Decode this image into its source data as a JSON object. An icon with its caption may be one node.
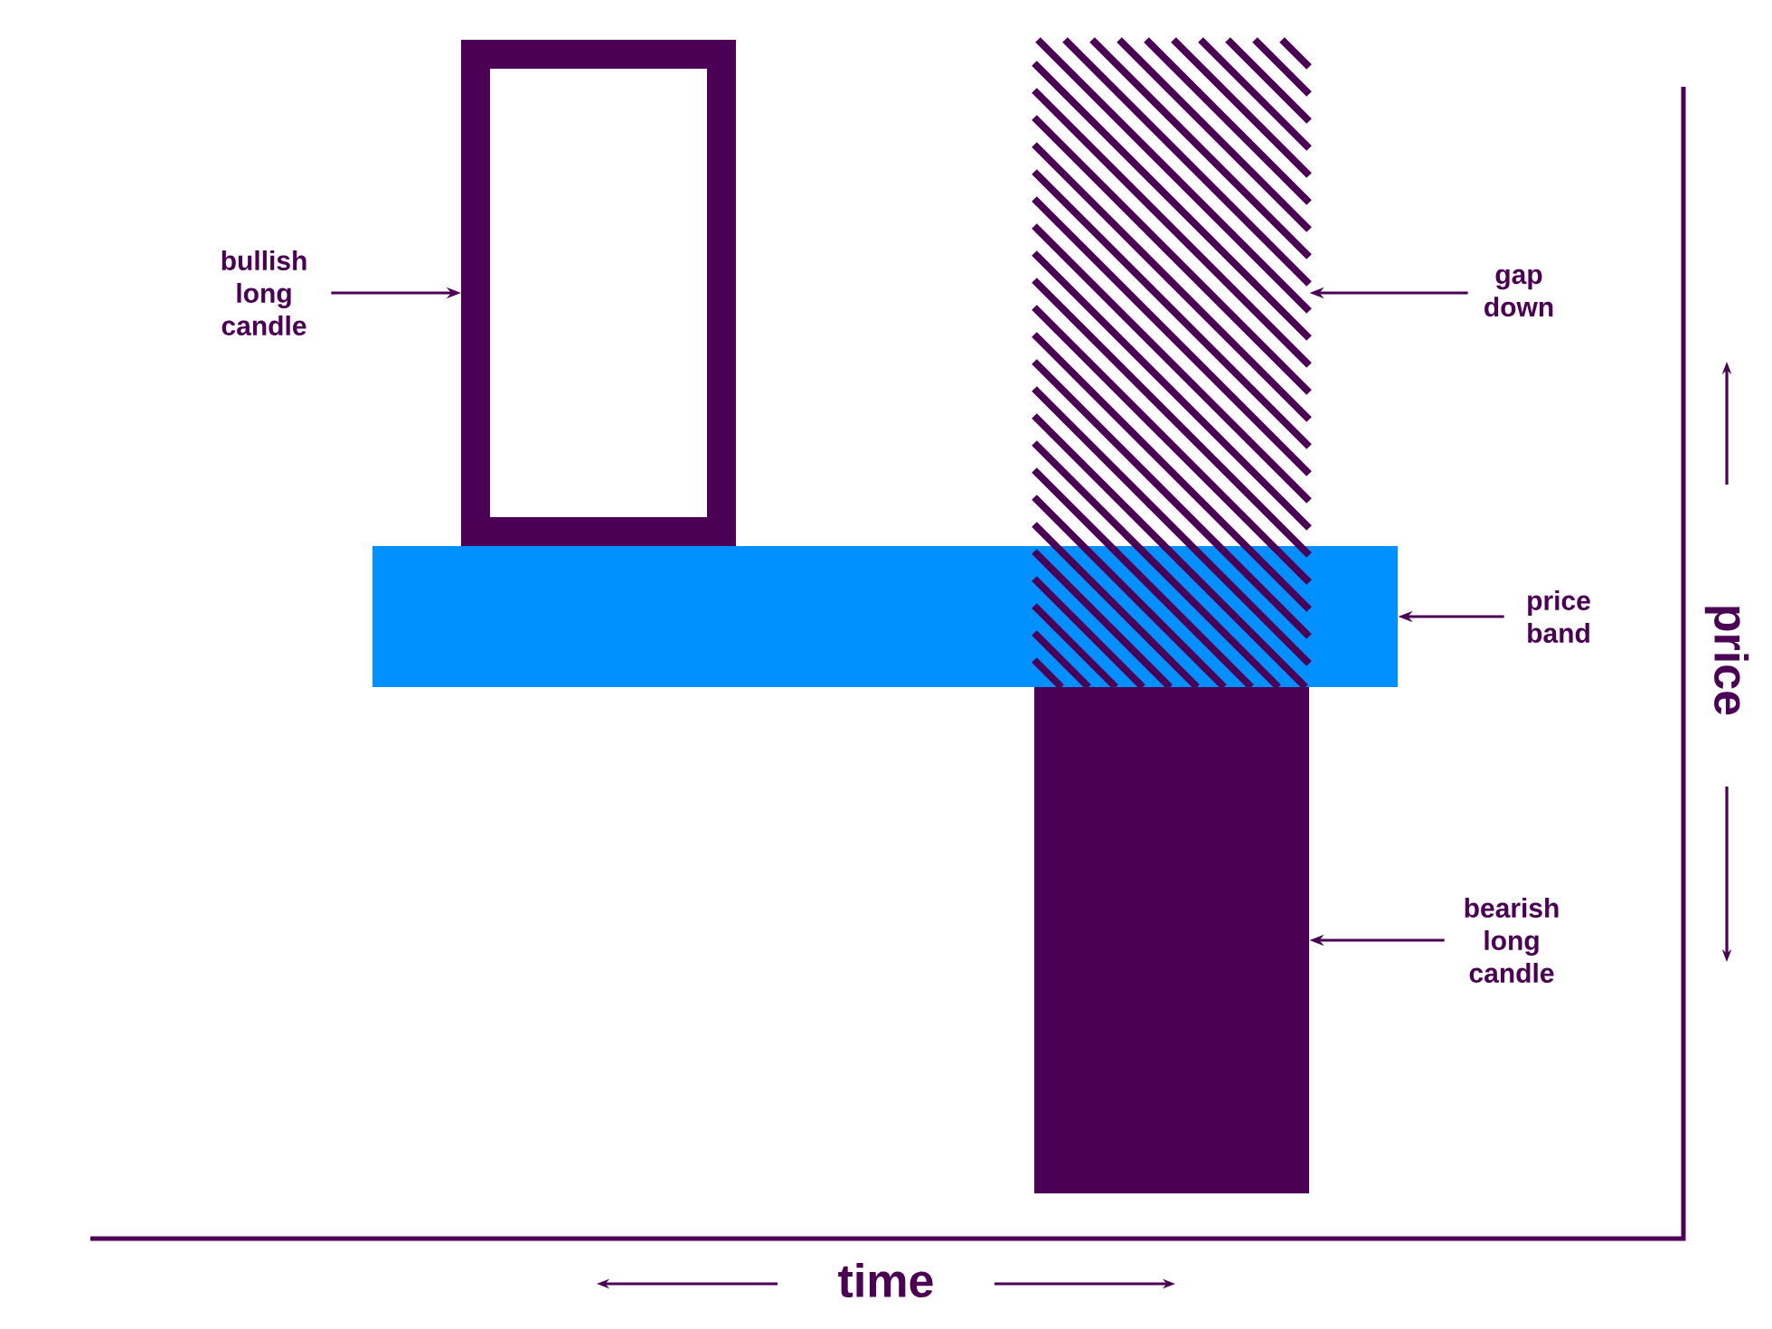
{
  "diagram": {
    "nodes": [
      {
        "text": [
          "bullish long candle"
        ]
      },
      {
        "text": [],
        "shape": "box"
      },
      {
        "text": [
          "gap down"
        ]
      },
      {
        "text": [],
        "shape": "box"
      },
      {
        "text": [
          "price band"
        ]
      },
      {
        "text": [],
        "shape": "bar"
      },
      {
        "text": [
          "bearish long candle"
        ]
      },
      {
        "text": [],
        "shape": "box"
      }
    ],
    "edges": [
      {
        "from": 0,
        "to": 1,
        "arrow": "to"
      },
      {
        "from": 2,
        "to": 3,
        "arrow": "to"
      },
      {
        "from": 4,
        "to": 5,
        "arrow": "to"
      },
      {
        "from": 6,
        "to": 7,
        "arrow": "to"
      }
    ],
    "labels": [
      "price",
      "time"
    ]
  }
}
